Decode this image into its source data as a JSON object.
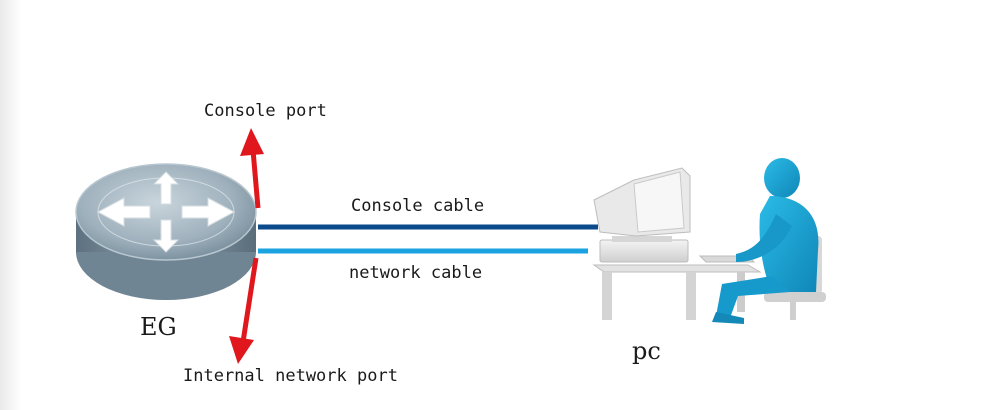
{
  "labels": {
    "console_port": "Console port",
    "console_cable": "Console cable",
    "network_cable": "network cable",
    "router_name": "EG",
    "internal_port": "Internal network port",
    "pc_name": "pc"
  },
  "colors": {
    "console_cable": "#0b4a8b",
    "network_cable": "#1aa3e0",
    "arrow": "#e0181e",
    "person": "#18a6d6",
    "router": "#8fa6b4"
  },
  "icons": {
    "router": "router-icon",
    "computer": "computer-icon",
    "person": "user-icon"
  }
}
